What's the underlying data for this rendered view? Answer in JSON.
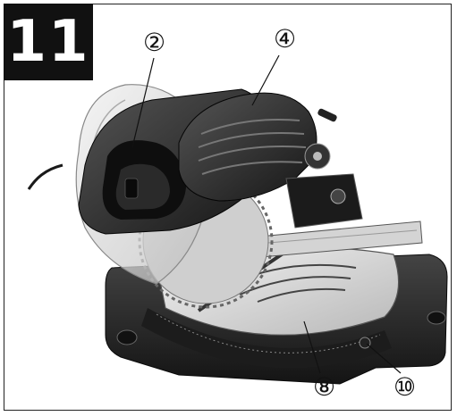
{
  "figure": {
    "number": "11",
    "callouts": [
      "②",
      "④",
      "⑧",
      "⑩"
    ]
  },
  "subject_icon": "miter-saw-photo-icon",
  "colors": {
    "badge_bg": "#111111",
    "badge_text": "#ffffff"
  }
}
